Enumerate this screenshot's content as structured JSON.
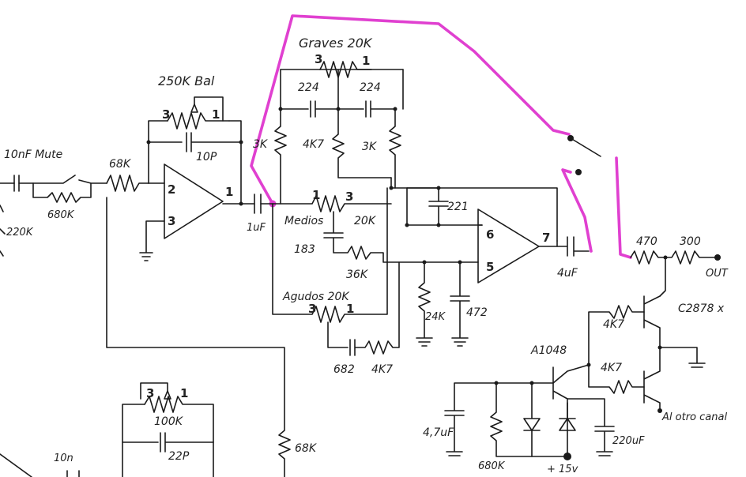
{
  "labels": {
    "graves": "Graves 20K",
    "bal": "250K Bal",
    "mute": "10nF Mute",
    "r68k": "68K",
    "r680k": "680K",
    "r220k": "220K",
    "c10p": "10P",
    "c224a": "224",
    "c224b": "224",
    "r3k_left": "3K",
    "r4k7_mid": "4K7",
    "r3k_right": "3K",
    "c1uf": "1uF",
    "medios": "Medios",
    "r20k_medios": "20K",
    "c183": "183",
    "r36k": "36K",
    "c221": "221",
    "agudos": "Agudos 20K",
    "r24k": "24K",
    "c472": "472",
    "c682": "682",
    "r4k7_bot": "4K7",
    "c4uf7": "4uF",
    "r470": "470",
    "r300": "300",
    "out": "OUT",
    "q_c2878": "C2878 x",
    "r4k7_q1": "4K7",
    "r4k7_q2": "4K7",
    "q_a1048": "A1048",
    "al_otro": "Al otro canal",
    "c47uf": "4,7uF",
    "r680k_bot": "680K",
    "vplus": "+ 15v",
    "c220uf": "220uF",
    "r100k": "100K",
    "c22p": "22P",
    "r68k_bot": "68K",
    "c10n_bot": "10n"
  },
  "pins": {
    "ic1_minus": "2",
    "ic1_plus": "3",
    "ic1_out": "1",
    "ic2_minus": "6",
    "ic2_plus": "5",
    "ic2_out": "7",
    "pot_bal_3": "3",
    "pot_bal_1": "1",
    "pot_graves_3": "3",
    "pot_graves_1": "1",
    "pot_medios_1": "1",
    "pot_medios_3": "3",
    "pot_agudos_3": "3",
    "pot_agudos_1": "1",
    "pot_100k_3": "3",
    "pot_100k_1": "1"
  },
  "colors": {
    "ink": "#1a1a1a",
    "highlight": "#e040d0"
  }
}
